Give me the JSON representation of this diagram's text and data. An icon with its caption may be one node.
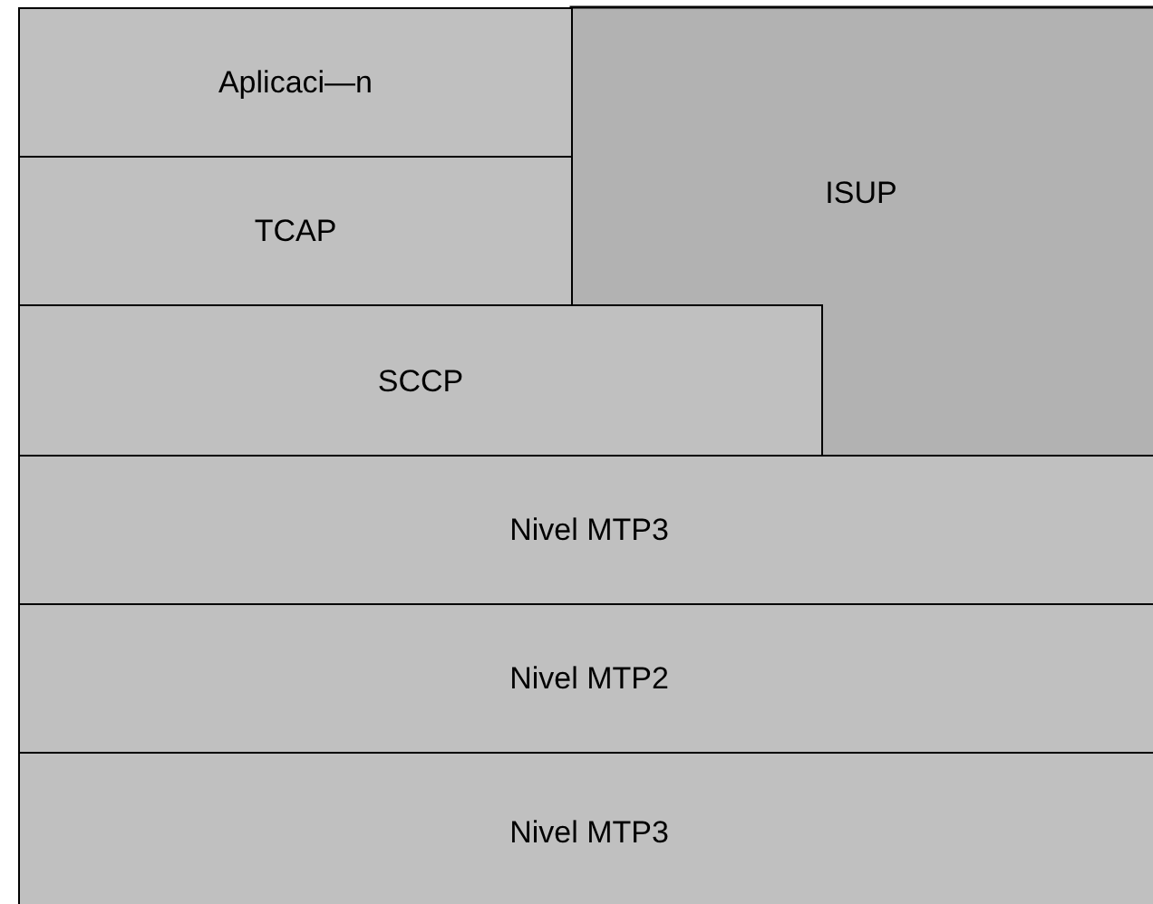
{
  "diagram": {
    "nodes": [
      {
        "text": [
          "Aplicaci—n"
        ]
      },
      {
        "text": [
          "ISUP"
        ]
      },
      {
        "text": [
          "TCAP"
        ]
      },
      {
        "text": [
          "SCCP"
        ]
      },
      {
        "text": [
          "Nivel MTP3"
        ]
      },
      {
        "text": [
          "Nivel MTP2"
        ]
      },
      {
        "text": [
          "Nivel MTP3"
        ]
      }
    ]
  }
}
